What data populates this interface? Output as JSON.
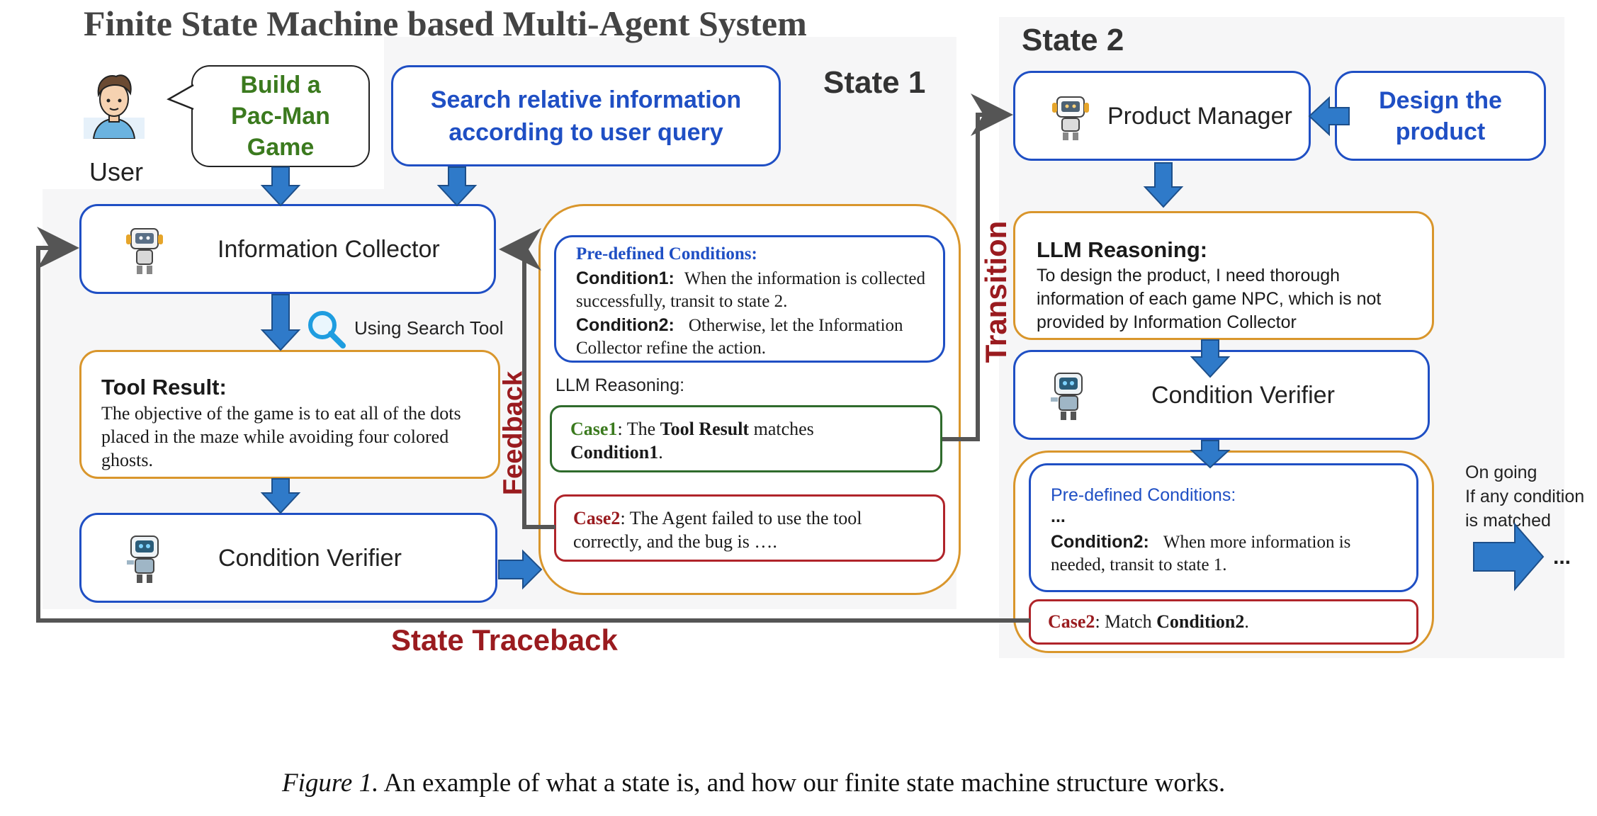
{
  "title": "Finite State Machine based Multi-Agent System",
  "state1": {
    "label": "State 1"
  },
  "state2": {
    "label": "State 2"
  },
  "user": {
    "label": "User",
    "bubble": "Build a Pac-Man Game"
  },
  "search_box": "Search relative information according to user query",
  "info_collector": "Information Collector",
  "search_tool": "Using Search Tool",
  "tool_result": {
    "title": "Tool Result:",
    "text": "The objective of the game is to eat all of the dots placed in the maze while avoiding four colored ghosts."
  },
  "condition_verifier_1": "Condition Verifier",
  "predefined1": {
    "title": "Pre-defined Conditions:",
    "cond1_label": "Condition1:",
    "cond1_text": "When the information is collected successfully, transit to state 2.",
    "cond2_label": "Condition2:",
    "cond2_text": "Otherwise, let the Information Collector refine the action."
  },
  "llm_reasoning_1": "LLM Reasoning:",
  "case1": {
    "label": "Case1",
    "text_a": ": The ",
    "bold_a": "Tool Result",
    "text_b": " matches ",
    "bold_b": "Condition1",
    "text_c": "."
  },
  "case2_state1": {
    "label": "Case2",
    "text": ": The Agent failed to use the tool correctly, and the bug is …."
  },
  "feedback": "Feedback",
  "transition": "Transition",
  "state_traceback": "State Traceback",
  "product_manager": "Product Manager",
  "design_box": "Design the product",
  "llm_reasoning_2": {
    "title": "LLM Reasoning:",
    "text": "To design the product, I need thorough information of each game NPC, which is not provided by Information Collector"
  },
  "condition_verifier_2": "Condition Verifier",
  "predefined2": {
    "title": "Pre-defined Conditions:",
    "ellipsis": "...",
    "cond2_label": "Condition2:",
    "cond2_text": "When more information is needed, transit to state 1."
  },
  "case2_state2": {
    "label": "Case2",
    "text": ": Match ",
    "bold": "Condition2",
    "end": "."
  },
  "ongoing": {
    "line1": "On going",
    "line2": "If any condition",
    "line3": "is matched",
    "dots": "..."
  },
  "caption": {
    "label": "Figure 1.",
    "text": " An example of what a state is, and how our finite state machine structure works."
  },
  "colors": {
    "blue": "#1f4fc4",
    "orange": "#d9962c",
    "green": "#2f6b2c",
    "red": "#b0242a",
    "arrow_blue": "#2f7ac9",
    "line_gray": "#555555"
  }
}
